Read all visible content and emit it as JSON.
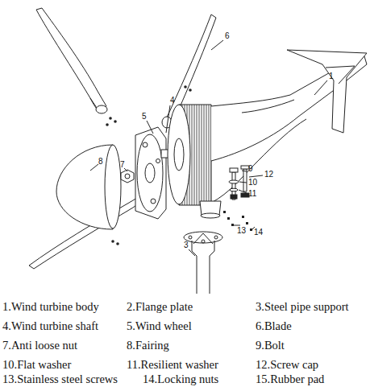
{
  "diagram": {
    "labels": [
      "6",
      "1",
      "4",
      "5",
      "8",
      "7",
      "9",
      "12",
      "10",
      "11",
      "13",
      "14",
      "3",
      "1.Wind turbine body",
      "2.Flange plate",
      "3.Steel pipe support",
      "4.Wind turbine shaft",
      "5.Wind wheel",
      "6.Blade",
      "7.Anti loose nut",
      "8.Fairing",
      "9.Bolt",
      "10.Flat washer",
      "11.Resilient washer",
      "12.Screw cap",
      "13.Stainless steel screws",
      "14.Locking nuts",
      "15.Rubber pad"
    ]
  }
}
